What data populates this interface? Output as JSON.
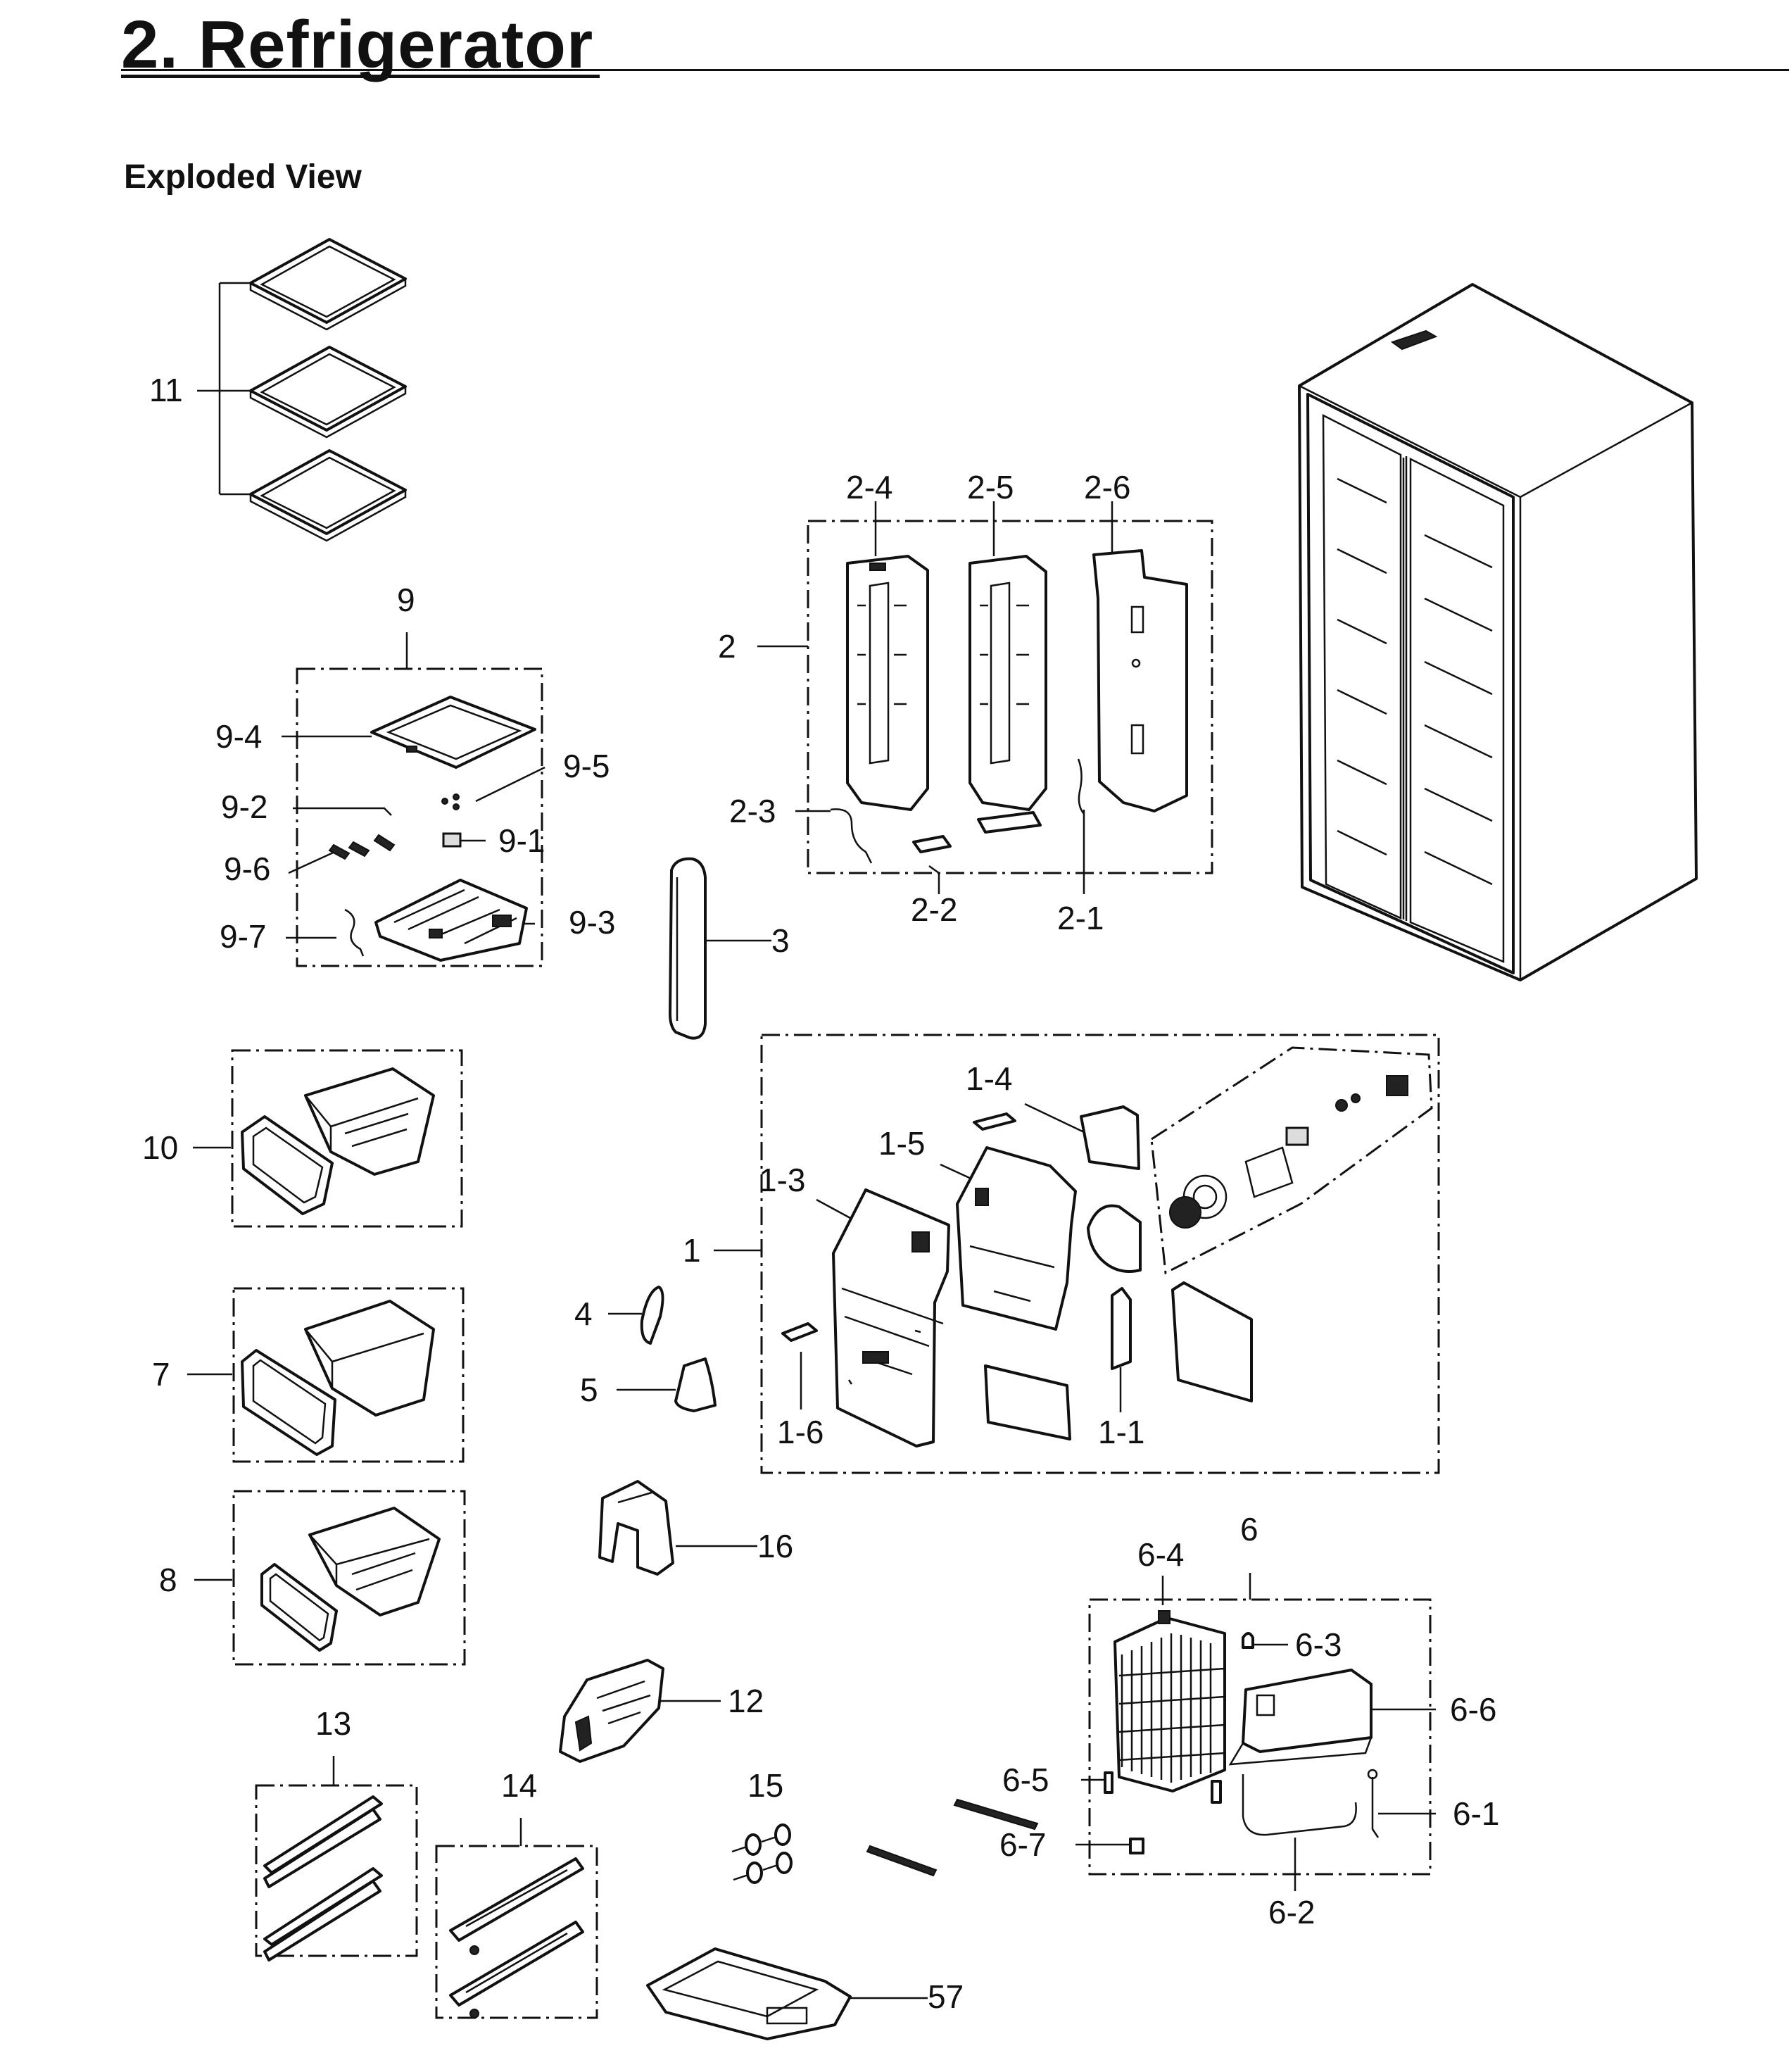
{
  "header": {
    "title": "2.  Refrigerator",
    "section": "Exploded View"
  },
  "labels": {
    "l11": "11",
    "l9": "9",
    "l9_1": "9-1",
    "l9_2": "9-2",
    "l9_3": "9-3",
    "l9_4": "9-4",
    "l9_5": "9-5",
    "l9_6": "9-6",
    "l9_7": "9-7",
    "l10": "10",
    "l7": "7",
    "l8": "8",
    "l2": "2",
    "l2_1": "2-1",
    "l2_2": "2-2",
    "l2_3": "2-3",
    "l2_4": "2-4",
    "l2_5": "2-5",
    "l2_6": "2-6",
    "l3": "3",
    "l4": "4",
    "l5": "5",
    "l1": "1",
    "l1_1": "1-1",
    "l1_3": "1-3",
    "l1_4": "1-4",
    "l1_5": "1-5",
    "l1_6": "1-6",
    "l16": "16",
    "l12": "12",
    "l13": "13",
    "l14": "14",
    "l15": "15",
    "l57": "57",
    "l6": "6",
    "l6_1": "6-1",
    "l6_2": "6-2",
    "l6_3": "6-3",
    "l6_4": "6-4",
    "l6_5": "6-5",
    "l6_6": "6-6",
    "l6_7": "6-7"
  }
}
